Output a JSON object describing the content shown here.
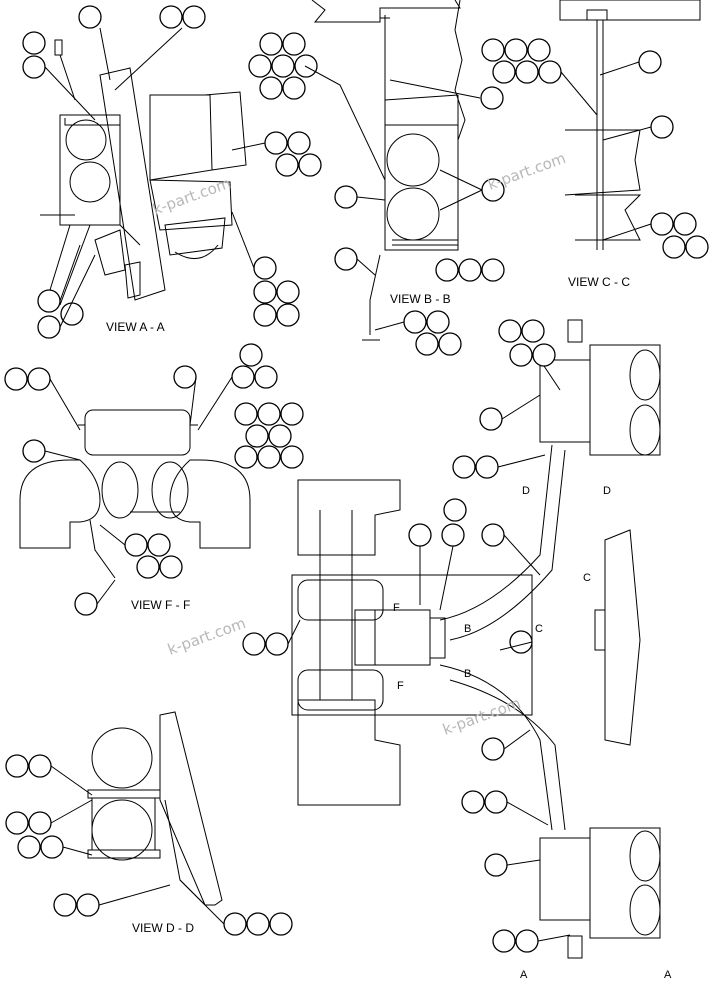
{
  "diagram": {
    "view_labels": {
      "aa": "VIEW  A - A",
      "bb": "VIEW  B - B",
      "cc": "VIEW  C - C",
      "ff": "VIEW F - F",
      "dd": "VIEW  D - D"
    },
    "section_markers": {
      "d_left": "D",
      "d_right": "D",
      "c_top": "C",
      "c_bottom": "C",
      "b_top": "B",
      "b_bottom": "B",
      "f_top": "F",
      "f_bottom": "F",
      "a_left": "A",
      "a_right": "A"
    },
    "watermarks": [
      "k-part.com",
      "k-part.com",
      "k-part.com",
      "k-part.com"
    ]
  }
}
